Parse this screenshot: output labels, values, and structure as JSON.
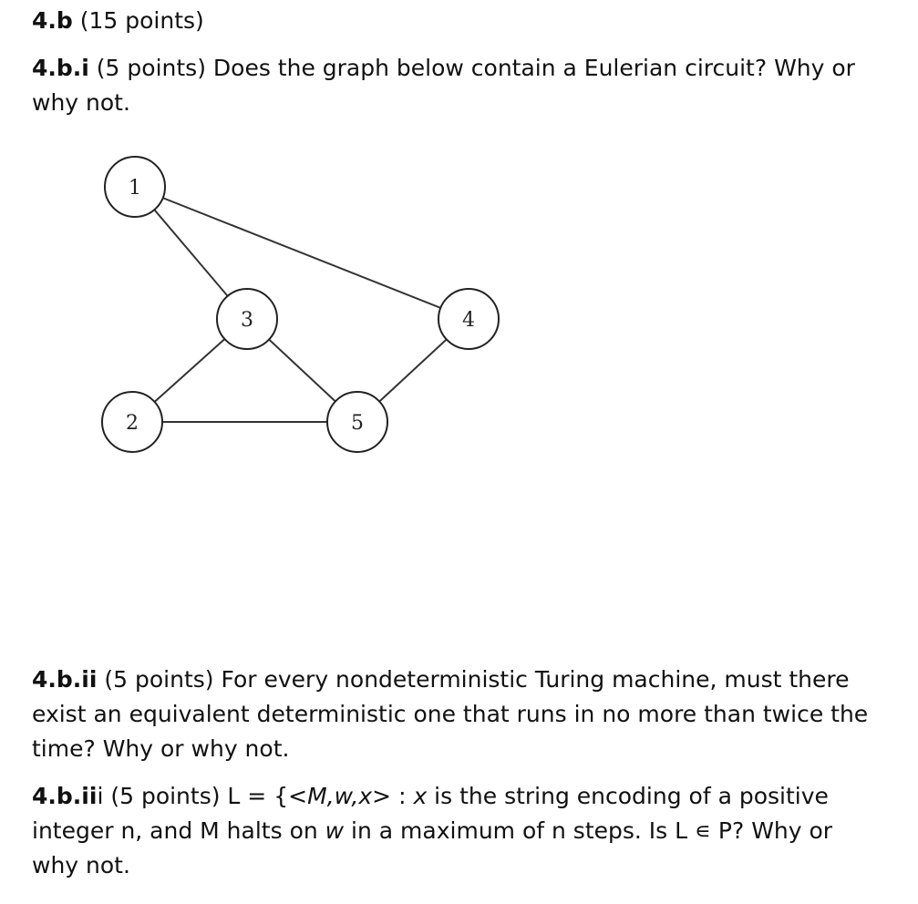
{
  "heading": {
    "num": "4.b",
    "text": " (15 points)"
  },
  "q1": {
    "num": "4.b.i",
    "text": "  (5 points) Does the graph below contain a Eulerian circuit?  Why or why not."
  },
  "graph": {
    "nodes": [
      {
        "id": "1",
        "label": "1"
      },
      {
        "id": "2",
        "label": "2"
      },
      {
        "id": "3",
        "label": "3"
      },
      {
        "id": "4",
        "label": "4"
      },
      {
        "id": "5",
        "label": "5"
      }
    ],
    "edges": [
      [
        "1",
        "3"
      ],
      [
        "1",
        "4"
      ],
      [
        "3",
        "2"
      ],
      [
        "3",
        "5"
      ],
      [
        "2",
        "5"
      ],
      [
        "4",
        "5"
      ]
    ]
  },
  "q2": {
    "num": "4.b.ii",
    "text": " (5 points) For every nondeterministic Turing machine, must there exist an equivalent deterministic one that runs in no more than twice the time? Why or why not."
  },
  "q3": {
    "num": "4.b.ii",
    "num_tail": "i",
    "t1": " (5 points) L = {<",
    "i1": "M,w,x",
    "t2": "> : ",
    "i2": "x",
    "t3": " is the string encoding of a positive integer n, and M halts on ",
    "i3": "w",
    "t4": " in a maximum of n steps. Is L ∊ P? Why or why not."
  }
}
